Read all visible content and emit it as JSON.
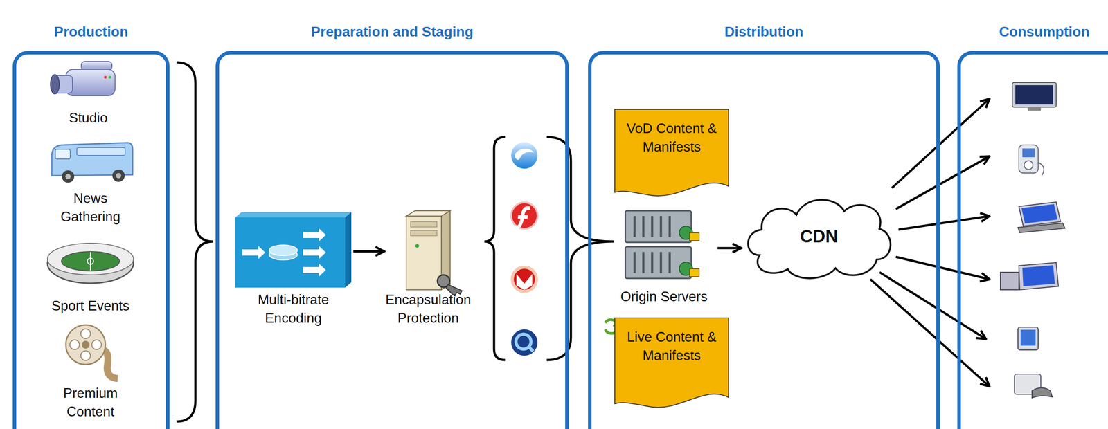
{
  "diagram": {
    "nodes": [
      {
        "text": [
          "Production"
        ]
      },
      {
        "text": [
          "Studio"
        ],
        "in": 0
      },
      {
        "text": [
          "News Gathering"
        ],
        "in": 0
      },
      {
        "text": [
          "Sport Events"
        ],
        "in": 0
      },
      {
        "text": [
          "Premium Content"
        ],
        "in": 0
      },
      {
        "text": [
          "Preparation and Staging"
        ]
      },
      {
        "text": [
          "Multi-bitrate Encoding"
        ],
        "in": 5
      },
      {
        "text": [
          "Encapsulation Protection"
        ],
        "in": 5
      },
      {
        "text": [
          "Distribution"
        ]
      },
      {
        "text": [
          "VoD Content & Manifests"
        ],
        "in": 8
      },
      {
        "text": [
          "Origin Servers"
        ],
        "in": 8
      },
      {
        "text": [
          "Live Content & Manifests"
        ],
        "in": 8
      },
      {
        "text": [
          "CDN"
        ],
        "in": 8
      },
      {
        "text": [
          "Consumption"
        ]
      }
    ],
    "edges": [
      {
        "from": 6,
        "to": 7,
        "arrow": "to"
      },
      {
        "from": 10,
        "to": 12,
        "arrow": "to"
      }
    ]
  }
}
